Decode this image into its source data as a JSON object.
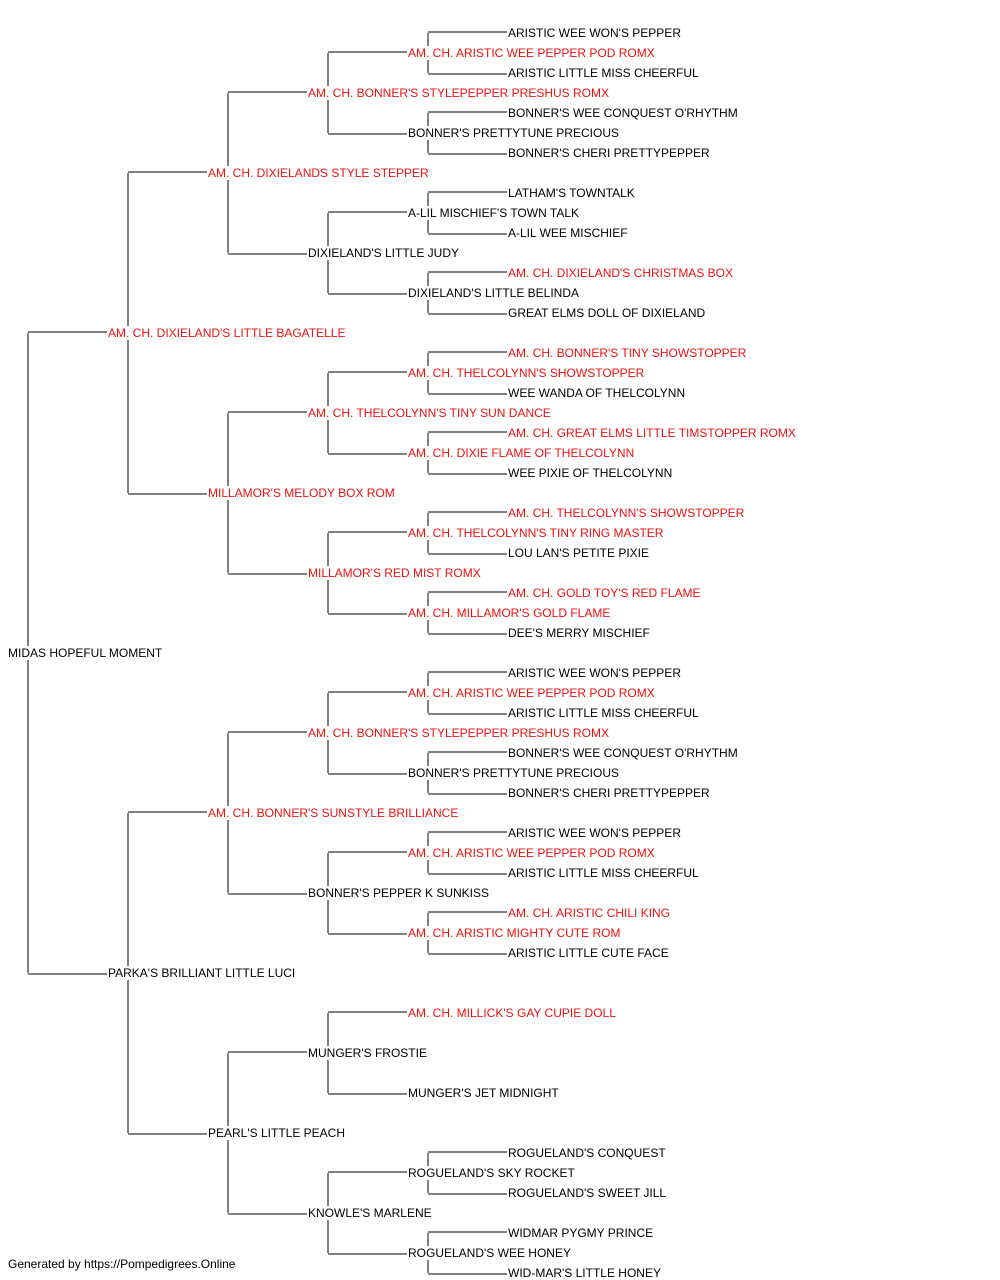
{
  "colors": {
    "champion": "#ee1111",
    "regular": "#000000",
    "line": "#000000"
  },
  "pedigree": {
    "name": "MIDAS HOPEFUL MOMENT",
    "champion": false,
    "sire": {
      "name": "AM. CH. DIXIELAND'S LITTLE BAGATELLE",
      "champion": true,
      "sire": {
        "name": "AM. CH. DIXIELANDS STYLE STEPPER",
        "champion": true,
        "sire": {
          "name": "AM. CH. BONNER'S STYLEPEPPER PRESHUS ROMX",
          "champion": true,
          "sire": {
            "name": "AM. CH. ARISTIC WEE PEPPER POD ROMX",
            "champion": true,
            "sire": {
              "name": "ARISTIC WEE WON'S PEPPER",
              "champion": false
            },
            "dam": {
              "name": "ARISTIC LITTLE MISS CHEERFUL",
              "champion": false
            }
          },
          "dam": {
            "name": "BONNER'S PRETTYTUNE PRECIOUS",
            "champion": false,
            "sire": {
              "name": "BONNER'S WEE CONQUEST O'RHYTHM",
              "champion": false
            },
            "dam": {
              "name": "BONNER'S CHERI PRETTYPEPPER",
              "champion": false
            }
          }
        },
        "dam": {
          "name": "DIXIELAND'S LITTLE JUDY",
          "champion": false,
          "sire": {
            "name": "A-LIL MISCHIEF'S TOWN TALK",
            "champion": false,
            "sire": {
              "name": "LATHAM'S TOWNTALK",
              "champion": false
            },
            "dam": {
              "name": "A-LIL WEE MISCHIEF",
              "champion": false
            }
          },
          "dam": {
            "name": "DIXIELAND'S LITTLE BELINDA",
            "champion": false,
            "sire": {
              "name": "AM. CH. DIXIELAND'S CHRISTMAS BOX",
              "champion": true
            },
            "dam": {
              "name": "GREAT ELMS DOLL OF DIXIELAND",
              "champion": false
            }
          }
        }
      },
      "dam": {
        "name": "MILLAMOR'S MELODY BOX ROM",
        "champion": true,
        "sire": {
          "name": "AM. CH. THELCOLYNN'S TINY SUN DANCE",
          "champion": true,
          "sire": {
            "name": "AM. CH. THELCOLYNN'S SHOWSTOPPER",
            "champion": true,
            "sire": {
              "name": "AM. CH. BONNER'S TINY SHOWSTOPPER",
              "champion": true
            },
            "dam": {
              "name": "WEE WANDA OF THELCOLYNN",
              "champion": false
            }
          },
          "dam": {
            "name": "AM. CH. DIXIE FLAME OF THELCOLYNN",
            "champion": true,
            "sire": {
              "name": "AM. CH. GREAT ELMS LITTLE TIMSTOPPER ROMX",
              "champion": true
            },
            "dam": {
              "name": "WEE PIXIE OF THELCOLYNN",
              "champion": false
            }
          }
        },
        "dam": {
          "name": "MILLAMOR'S RED MIST ROMX",
          "champion": true,
          "sire": {
            "name": "AM. CH. THELCOLYNN'S TINY RING MASTER",
            "champion": true,
            "sire": {
              "name": "AM. CH. THELCOLYNN'S SHOWSTOPPER",
              "champion": true
            },
            "dam": {
              "name": "LOU LAN'S PETITE PIXIE",
              "champion": false
            }
          },
          "dam": {
            "name": "AM. CH. MILLAMOR'S GOLD FLAME",
            "champion": true,
            "sire": {
              "name": "AM. CH. GOLD TOY'S RED FLAME",
              "champion": true
            },
            "dam": {
              "name": "DEE'S MERRY MISCHIEF",
              "champion": false
            }
          }
        }
      }
    },
    "dam": {
      "name": "PARKA'S BRILLIANT LITTLE LUCI",
      "champion": false,
      "sire": {
        "name": "AM. CH. BONNER'S SUNSTYLE BRILLIANCE",
        "champion": true,
        "sire": {
          "name": "AM. CH. BONNER'S STYLEPEPPER PRESHUS ROMX",
          "champion": true,
          "sire": {
            "name": "AM. CH. ARISTIC WEE PEPPER POD ROMX",
            "champion": true,
            "sire": {
              "name": "ARISTIC WEE WON'S PEPPER",
              "champion": false
            },
            "dam": {
              "name": "ARISTIC LITTLE MISS CHEERFUL",
              "champion": false
            }
          },
          "dam": {
            "name": "BONNER'S PRETTYTUNE PRECIOUS",
            "champion": false,
            "sire": {
              "name": "BONNER'S WEE CONQUEST O'RHYTHM",
              "champion": false
            },
            "dam": {
              "name": "BONNER'S CHERI PRETTYPEPPER",
              "champion": false
            }
          }
        },
        "dam": {
          "name": "BONNER'S PEPPER K SUNKISS",
          "champion": false,
          "sire": {
            "name": "AM. CH. ARISTIC WEE PEPPER POD ROMX",
            "champion": true,
            "sire": {
              "name": "ARISTIC WEE WON'S PEPPER",
              "champion": false
            },
            "dam": {
              "name": "ARISTIC LITTLE MISS CHEERFUL",
              "champion": false
            }
          },
          "dam": {
            "name": "AM. CH. ARISTIC MIGHTY CUTE ROM",
            "champion": true,
            "sire": {
              "name": "AM. CH. ARISTIC CHILI KING",
              "champion": true
            },
            "dam": {
              "name": "ARISTIC LITTLE CUTE FACE",
              "champion": false
            }
          }
        }
      },
      "dam": {
        "name": "PEARL'S LITTLE PEACH",
        "champion": false,
        "sire": {
          "name": "MUNGER'S FROSTIE",
          "champion": false,
          "sire": {
            "name": "AM. CH. MILLICK'S GAY CUPIE DOLL",
            "champion": true
          },
          "dam": {
            "name": "MUNGER'S JET MIDNIGHT",
            "champion": false
          }
        },
        "dam": {
          "name": "KNOWLE'S MARLENE",
          "champion": false,
          "sire": {
            "name": "ROGUELAND'S SKY ROCKET",
            "champion": false,
            "sire": {
              "name": "ROGUELAND'S CONQUEST",
              "champion": false
            },
            "dam": {
              "name": "ROGUELAND'S SWEET JILL",
              "champion": false
            }
          },
          "dam": {
            "name": "ROGUELAND'S WEE HONEY",
            "champion": false,
            "sire": {
              "name": "WIDMAR PYGMY PRINCE",
              "champion": false
            },
            "dam": {
              "name": "WID-MAR'S LITTLE HONEY",
              "champion": false
            }
          }
        }
      }
    }
  },
  "footer": {
    "text": "Generated by https://Pompedigrees.Online"
  }
}
